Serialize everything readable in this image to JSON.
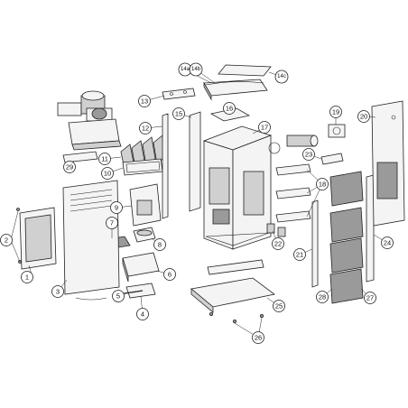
{
  "callouts": [
    {
      "id": "c1",
      "label": "1"
    },
    {
      "id": "c2",
      "label": "2"
    },
    {
      "id": "c3",
      "label": "3"
    },
    {
      "id": "c4",
      "label": "4"
    },
    {
      "id": "c5",
      "label": "5"
    },
    {
      "id": "c6",
      "label": "6"
    },
    {
      "id": "c7",
      "label": "7"
    },
    {
      "id": "c8",
      "label": "8"
    },
    {
      "id": "c9",
      "label": "9"
    },
    {
      "id": "c10",
      "label": "10"
    },
    {
      "id": "c11",
      "label": "11"
    },
    {
      "id": "c12",
      "label": "12"
    },
    {
      "id": "c13",
      "label": "13"
    },
    {
      "id": "c14a",
      "label": "14a"
    },
    {
      "id": "c14b",
      "label": "14b"
    },
    {
      "id": "c14c",
      "label": "14c"
    },
    {
      "id": "c15",
      "label": "15"
    },
    {
      "id": "c16",
      "label": "16"
    },
    {
      "id": "c17",
      "label": "17"
    },
    {
      "id": "c18",
      "label": "18"
    },
    {
      "id": "c19",
      "label": "19"
    },
    {
      "id": "c20",
      "label": "20"
    },
    {
      "id": "c21",
      "label": "21"
    },
    {
      "id": "c22",
      "label": "22"
    },
    {
      "id": "c23",
      "label": "23"
    },
    {
      "id": "c24",
      "label": "24"
    },
    {
      "id": "c25",
      "label": "25"
    },
    {
      "id": "c26",
      "label": "26"
    },
    {
      "id": "c27",
      "label": "27"
    },
    {
      "id": "c28",
      "label": "28"
    },
    {
      "id": "c29",
      "label": "29"
    }
  ]
}
